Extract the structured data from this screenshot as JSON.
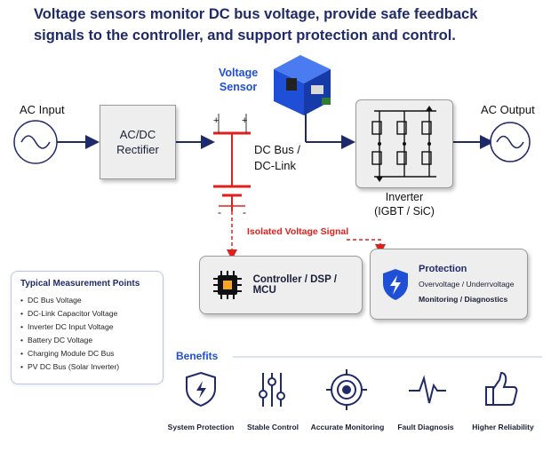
{
  "headline": "Voltage sensors monitor DC bus voltage, provide safe feedback signals to the controller, and support protection and control.",
  "labels": {
    "ac_input": "AC Input",
    "ac_output": "AC Output",
    "rectifier": "AC/DC Rectifier",
    "rectifier_line1": "AC/DC",
    "rectifier_line2": "Rectifier",
    "voltage_sensor_line1": "Voltage",
    "voltage_sensor_line2": "Sensor",
    "dc_bus_line1": "DC Bus /",
    "dc_bus_line2": "DC-Link",
    "inverter_line1": "Inverter",
    "inverter_line2": "(IGBT / SiC)",
    "isolated_signal": "Isolated Voltage Signal",
    "plus": "+",
    "minus": "-"
  },
  "controller": {
    "label": "Controller / DSP / MCU"
  },
  "protection": {
    "title": "Protection",
    "line1": "Overvoltage / Underrvoltage",
    "line2": "Monitoring / Diagnostics"
  },
  "measurement": {
    "title": "Typical Measurement Points",
    "items": [
      "DC Bus Voltage",
      "DC-Link Capacitor Voltage",
      "Inverter DC Input Voltage",
      "Battery DC Voltage",
      "Charging Module DC Bus",
      "PV DC Bus (Solar Inverter)"
    ]
  },
  "benefits": {
    "title": "Benefits",
    "items": [
      {
        "label": "System Protection",
        "icon": "shield-bolt-icon"
      },
      {
        "label": "Stable Control",
        "icon": "sliders-icon"
      },
      {
        "label": "Accurate Monitoring",
        "icon": "target-icon"
      },
      {
        "label": "Fault Diagnosis",
        "icon": "pulse-icon"
      },
      {
        "label": "Higher Reliability",
        "icon": "thumbs-up-icon"
      }
    ]
  },
  "colors": {
    "navy": "#1f2a6b",
    "accent_blue": "#1f4fd6",
    "bus_red": "#e0201c",
    "sensor_blue": "#1f5fe0"
  }
}
